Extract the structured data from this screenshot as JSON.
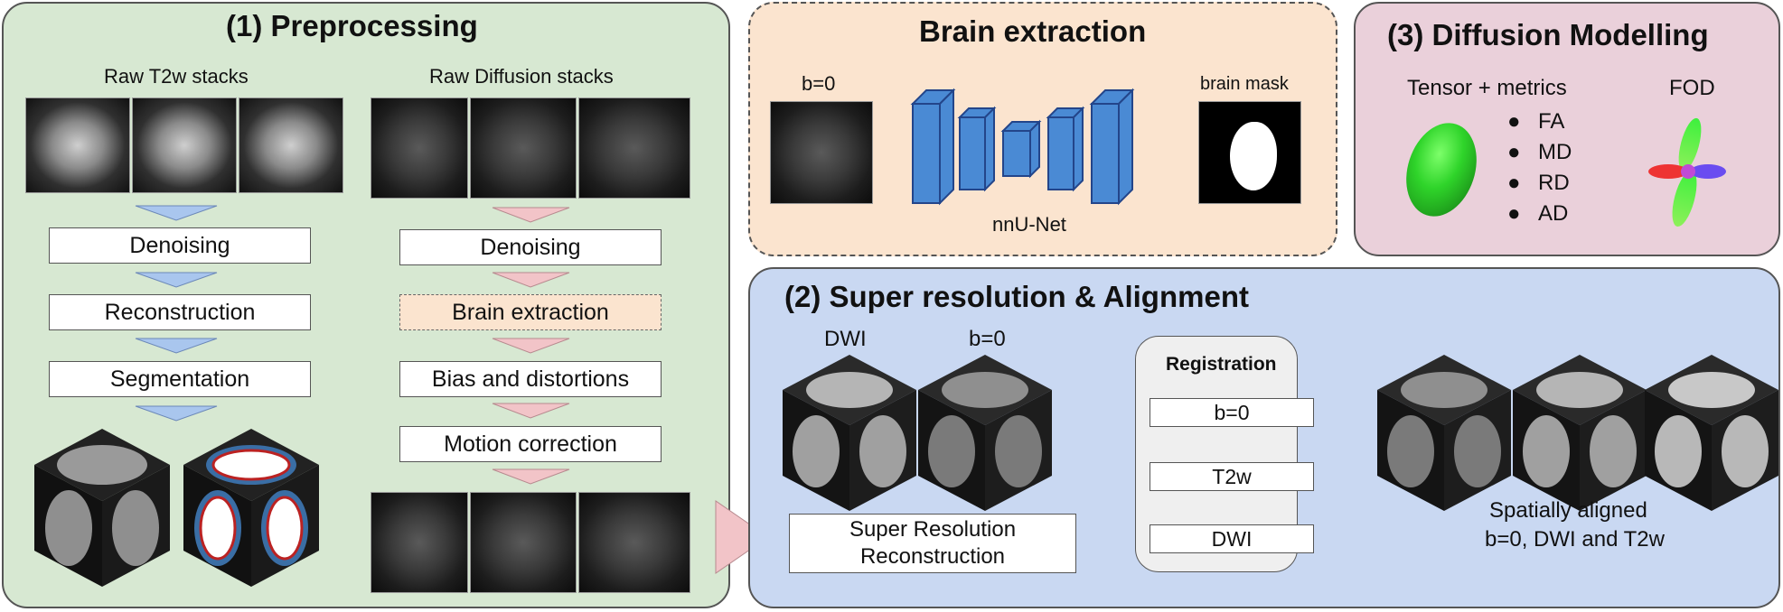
{
  "preprocessing": {
    "title": "(1) Preprocessing",
    "t2w_label": "Raw T2w stacks",
    "diffusion_label": "Raw Diffusion stacks",
    "t2w_steps": [
      "Denoising",
      "Reconstruction",
      "Segmentation"
    ],
    "diffusion_steps": [
      "Denoising",
      "Brain extraction",
      "Bias and distortions",
      "Motion correction"
    ]
  },
  "brain_extraction": {
    "title": "Brain extraction",
    "input_label": "b=0",
    "output_label": "brain mask",
    "network_label": "nnU-Net"
  },
  "diffusion_modelling": {
    "title": "(3) Diffusion Modelling",
    "tensor_label": "Tensor + metrics",
    "fod_label": "FOD",
    "metrics": [
      "FA",
      "MD",
      "RD",
      "AD"
    ]
  },
  "super_resolution": {
    "title": "(2) Super resolution & Alignment",
    "dwi_label": "DWI",
    "b0_label": "b=0",
    "srr_line1": "Super Resolution",
    "srr_line2": "Reconstruction",
    "registration_title": "Registration",
    "registration_steps": [
      "b=0",
      "T2w",
      "DWI"
    ],
    "aligned_line1": "Spatially aligned",
    "aligned_line2": "b=0, DWI and T2w"
  },
  "colors": {
    "preprocessing_bg": "#d7e8d2",
    "brain_bg": "#fbe4cf",
    "sr_bg": "#c9d8f2",
    "dm_bg": "#ead0da",
    "unet_blue": "#4a8ad4",
    "arrow_blue": "#a9c6ee",
    "arrow_pink": "#f2c4c8"
  }
}
